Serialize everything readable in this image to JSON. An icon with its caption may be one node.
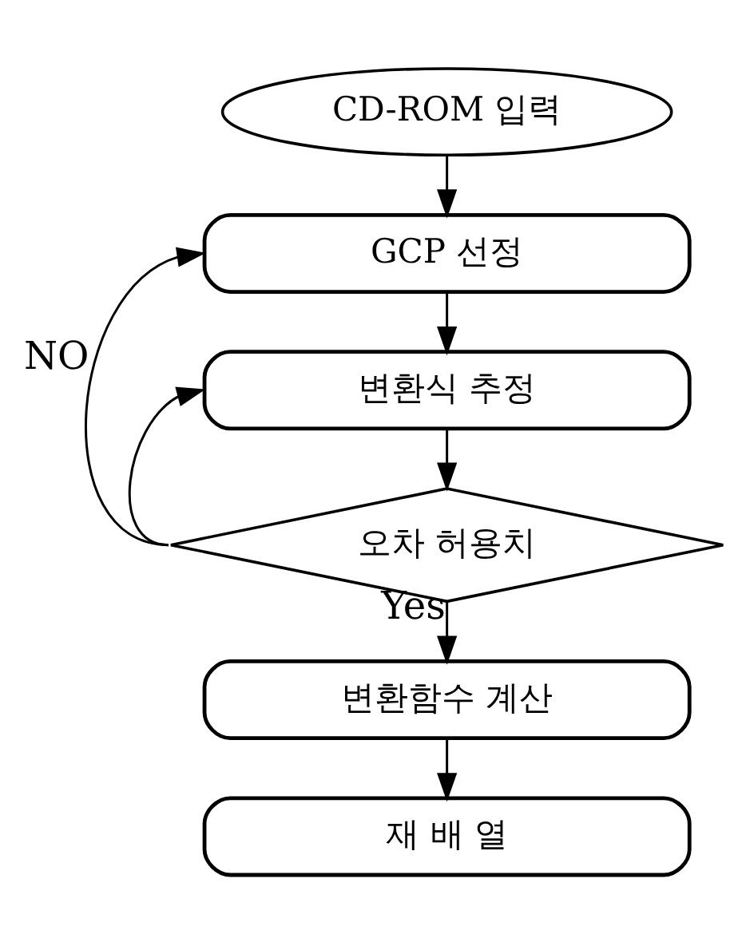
{
  "diagram": {
    "nodes": [
      {
        "text": [
          "CD-ROM 입력"
        ]
      },
      {
        "text": [
          "GCP 선정"
        ]
      },
      {
        "text": [
          "변환식 추정"
        ]
      },
      {
        "text": [
          "오차 허용치"
        ]
      },
      {
        "text": [
          "변환함수 계산"
        ]
      },
      {
        "text": [
          "재 배 열"
        ]
      }
    ],
    "edges": [
      {
        "from": 0,
        "to": 1,
        "arrow": "to"
      },
      {
        "from": 1,
        "to": 2,
        "arrow": "to"
      },
      {
        "from": 2,
        "to": 3,
        "arrow": "to"
      },
      {
        "from": 3,
        "to": 1,
        "arrow": "to",
        "label": "NO"
      },
      {
        "from": 3,
        "to": 2,
        "arrow": "to"
      },
      {
        "from": 3,
        "to": 4,
        "arrow": "to",
        "label": "Yes"
      },
      {
        "from": 4,
        "to": 5,
        "arrow": "to"
      }
    ]
  }
}
